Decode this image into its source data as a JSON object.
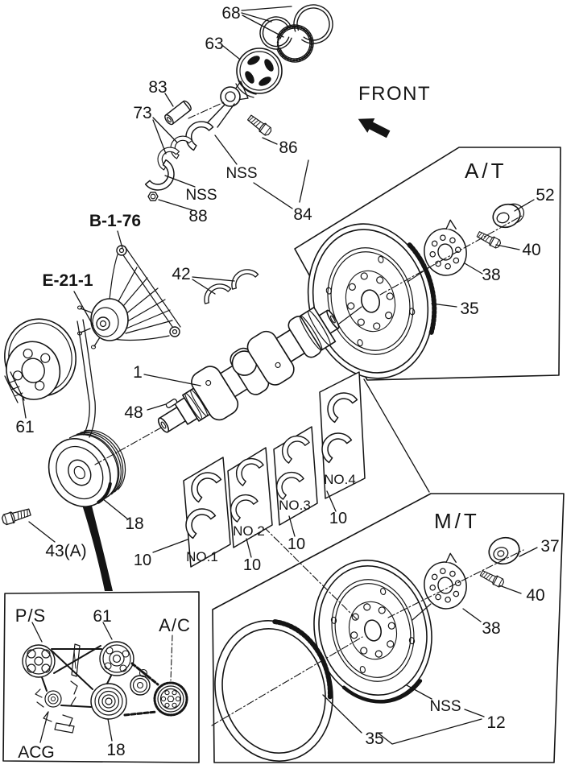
{
  "page": {
    "background": "#ffffff",
    "ink": "#141414"
  },
  "callouts": {
    "n68": "68",
    "n63": "63",
    "n83": "83",
    "n73": "73",
    "n86": "86",
    "nss_rod": "NSS",
    "nss_cap": "NSS",
    "n88": "88",
    "n84": "84",
    "front": "FRONT",
    "b176": "B-1-76",
    "e211": "E-21-1",
    "n42": "42",
    "at": "A/T",
    "n52": "52",
    "n40_at": "40",
    "n38_at": "38",
    "n35_at": "35",
    "n1": "1",
    "n48": "48",
    "n61": "61",
    "n18": "18",
    "n43a": "43(A)",
    "no1": "NO.1",
    "no2": "NO.2",
    "no3": "NO.3",
    "no4": "NO.4",
    "n10_1": "10",
    "n10_2": "10",
    "n10_3": "10",
    "n10_4": "10",
    "mt": "M/T",
    "n37": "37",
    "n40_mt": "40",
    "n38_mt": "38",
    "nss_mt": "NSS",
    "n12": "12",
    "n35_mt": "35",
    "ps": "P/S",
    "n61_belt": "61",
    "ac": "A/C",
    "acg": "ACG",
    "n18_belt": "18"
  }
}
